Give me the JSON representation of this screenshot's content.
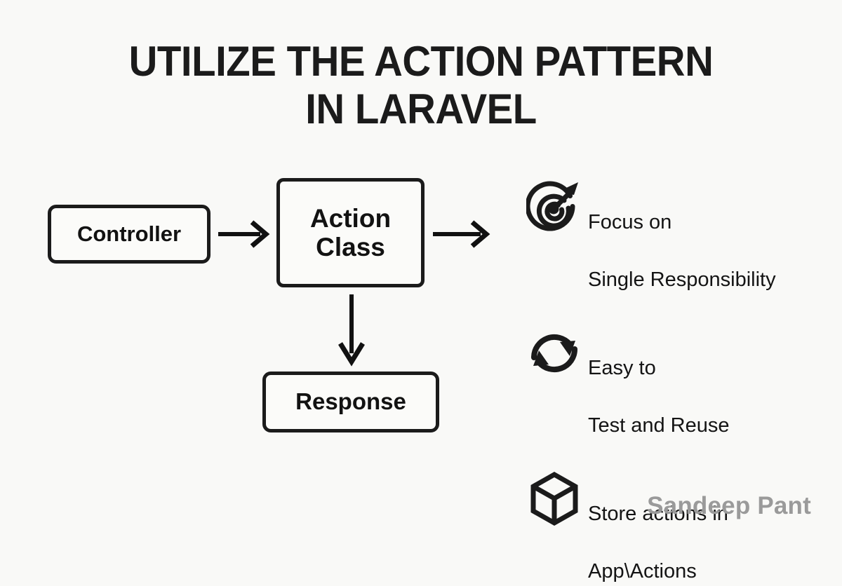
{
  "background_color": "#f9f9f7",
  "ink_color": "#1b1b1b",
  "title": {
    "line1": "UTILIZE THE ACTION PATTERN",
    "line2": "IN LARAVEL"
  },
  "flow": {
    "nodes": [
      {
        "id": "controller",
        "label": "Controller"
      },
      {
        "id": "action-class",
        "label": "Action\nClass"
      },
      {
        "id": "response",
        "label": "Response"
      }
    ],
    "arrows": [
      {
        "id": "controller-to-action",
        "direction": "right"
      },
      {
        "id": "action-to-benefits",
        "direction": "right"
      },
      {
        "id": "action-to-response",
        "direction": "down"
      }
    ]
  },
  "benefits": [
    {
      "icon": "target-icon",
      "line1": "Focus on",
      "line2": "Single Responsibility"
    },
    {
      "icon": "refresh-cycle-icon",
      "line1": "Easy to",
      "line2": "Test and Reuse"
    },
    {
      "icon": "cube-icon",
      "line1": "Store actions in",
      "line2": "App\\Actions"
    }
  ],
  "signature": {
    "name": "Sandeep Pant",
    "color": "#9a9a9a"
  }
}
